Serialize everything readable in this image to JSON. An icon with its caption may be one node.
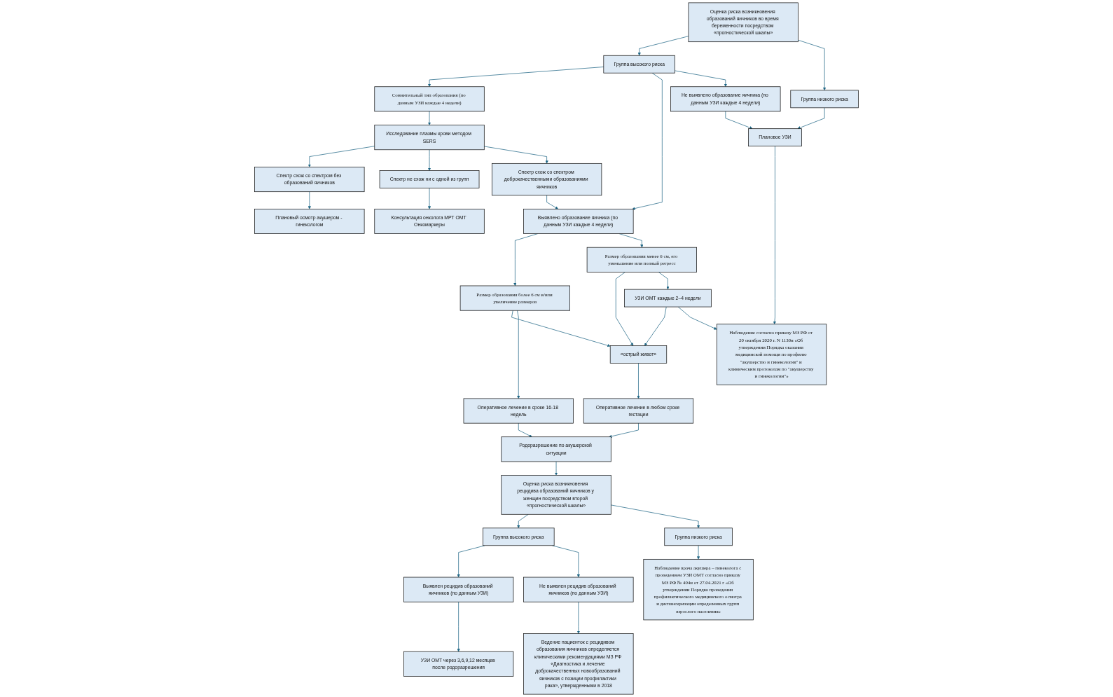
{
  "diagram": {
    "nodes": [
      {
        "text": [
          "Оценка риска возникновения образований яичников во время беременности посредством «прогностической шкалы»"
        ]
      },
      {
        "text": [
          "Группа высокого риска"
        ]
      },
      {
        "text": [
          "Группа низкого риска"
        ]
      },
      {
        "text": [
          "Сомнительный тип образования (по данным УЗИ каждые 4 недели)"
        ]
      },
      {
        "text": [
          "Выявлено образование яичника (по данным УЗИ каждые 4 недели)"
        ]
      },
      {
        "text": [
          "Не выявлено образование яичника (по данным УЗИ каждые 4 недели)"
        ]
      },
      {
        "text": [
          "Плановое УЗИ"
        ]
      },
      {
        "text": [
          "Исследование плазмы крови методом SERS"
        ]
      },
      {
        "text": [
          "Размер образования более 6 см и/или увеличение размеров"
        ]
      },
      {
        "text": [
          "Размер образования менее 6 см, его уменьшение или полный регресс"
        ]
      },
      {
        "text": [
          "Наблюдение согласно приказу МЗ РФ от 20 октября 2020 г. N 1130н «Об утверждении Порядка оказания медицинской помощи по профилю \"акушерство и гинекология\" и клиническим протоколам по \"акушерству и гинекологии\"»"
        ]
      },
      {
        "text": [
          "Спектр схож со спектром без образований яичников"
        ]
      },
      {
        "text": [
          "Спектр не схож ни с одной из групп"
        ]
      },
      {
        "text": [
          "Спектр схож со спектром доброкачественными образованиями яичников"
        ]
      },
      {
        "text": [
          "«острый живот»"
        ]
      },
      {
        "text": [
          "УЗИ ОМТ каждые 2–4 недели"
        ]
      },
      {
        "text": [
          "Плановый осмотр акушером - гинекологом"
        ]
      },
      {
        "text": [
          "Консультация онколога МРТ ОМТ Онкомаркеры"
        ]
      },
      {
        "text": [
          "Оперативное лечение в сроке 16-18 недель"
        ]
      },
      {
        "text": [
          "Оперативное лечение в любом сроке гестации"
        ]
      },
      {
        "text": [
          "Родоразрешение по акушерской ситуации"
        ]
      },
      {
        "text": [
          "Оценка риска возникновения рецидива образований яичников у женщин посредством второй «прогностической шкалы»"
        ]
      },
      {
        "text": [
          "Группа высокого риска"
        ]
      },
      {
        "text": [
          "Группа низкого риска"
        ]
      },
      {
        "text": [
          "Выявлен рецидив образований яичников (по данным УЗИ)"
        ]
      },
      {
        "text": [
          "Не выявлен рецидив образований яичников (по данным УЗИ)"
        ]
      },
      {
        "text": [
          "УЗИ ОМТ через 3,6,9,12 месяцев после родоразрешения"
        ]
      },
      {
        "text": [
          "Ведение пациенток с рецидивом образования яичников определяется клиническими рекомендациями МЗ РФ «Диагностика и лечение доброкачественных новообразований яичников с позиции профилактики рака», утвержденными в 2018"
        ]
      },
      {
        "text": [
          "Наблюдение врача акушера – гинеколога с проведением УЗИ ОМТ согласно приказу МЗ РФ № 404н от 27.04.2021 г «Об утверждении Порядка проведения профилактического медицинского осмотра и диспансеризации определенных групп взрослого населения»"
        ]
      }
    ],
    "edges": [
      {
        "from": 0,
        "to": 1,
        "arrow": "to"
      },
      {
        "from": 0,
        "to": 2,
        "arrow": "to"
      },
      {
        "from": 1,
        "to": 3,
        "arrow": "to"
      },
      {
        "from": 1,
        "to": 4,
        "arrow": "to"
      },
      {
        "from": 1,
        "to": 5,
        "arrow": "to"
      },
      {
        "from": 2,
        "to": 6,
        "arrow": "to"
      },
      {
        "from": 5,
        "to": 6,
        "arrow": "to"
      },
      {
        "from": 3,
        "to": 7,
        "arrow": "to"
      },
      {
        "from": 4,
        "to": 8,
        "arrow": "to"
      },
      {
        "from": 4,
        "to": 9,
        "arrow": "to"
      },
      {
        "from": 6,
        "to": 10,
        "arrow": "to"
      },
      {
        "from": 7,
        "to": 11,
        "arrow": "to"
      },
      {
        "from": 7,
        "to": 12,
        "arrow": "to"
      },
      {
        "from": 7,
        "to": 13,
        "arrow": "to"
      },
      {
        "from": 13,
        "to": 4,
        "arrow": "to"
      },
      {
        "from": 8,
        "to": 14,
        "arrow": "to"
      },
      {
        "from": 8,
        "to": 18,
        "arrow": "to"
      },
      {
        "from": 9,
        "to": 14,
        "arrow": "to"
      },
      {
        "from": 9,
        "to": 15,
        "arrow": "to"
      },
      {
        "from": 15,
        "to": 14,
        "arrow": "to"
      },
      {
        "from": 15,
        "to": 10,
        "arrow": "to"
      },
      {
        "from": 11,
        "to": 16,
        "arrow": "to"
      },
      {
        "from": 12,
        "to": 17,
        "arrow": "to"
      },
      {
        "from": 14,
        "to": 19,
        "arrow": "to"
      },
      {
        "from": 18,
        "to": 20,
        "arrow": "to"
      },
      {
        "from": 19,
        "to": 20,
        "arrow": "to"
      },
      {
        "from": 20,
        "to": 21,
        "arrow": "to"
      },
      {
        "from": 21,
        "to": 22,
        "arrow": "to"
      },
      {
        "from": 21,
        "to": 23,
        "arrow": "to"
      },
      {
        "from": 22,
        "to": 24,
        "arrow": "to"
      },
      {
        "from": 22,
        "to": 25,
        "arrow": "to"
      },
      {
        "from": 23,
        "to": 28,
        "arrow": "to"
      },
      {
        "from": 24,
        "to": 26,
        "arrow": "to"
      },
      {
        "from": 25,
        "to": 27,
        "arrow": "to"
      }
    ]
  }
}
